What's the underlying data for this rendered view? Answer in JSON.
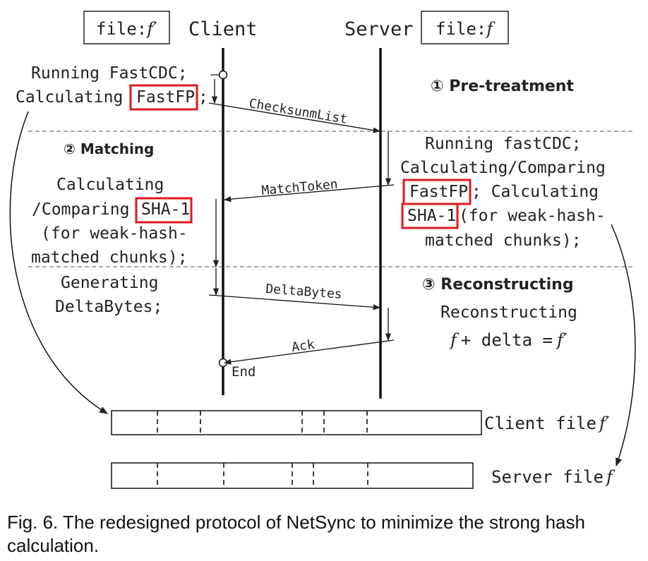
{
  "header": {
    "left_box": {
      "prefix": "file:",
      "var": "f′"
    },
    "right_box": {
      "prefix": "file:",
      "var": "f"
    },
    "client": "Client",
    "server": "Server"
  },
  "steps": {
    "pretreatment": "① Pre-treatment",
    "matching": "② Matching",
    "reconstructing": "③ Reconstructing"
  },
  "client_text": {
    "pre_1": "Running FastCDC;",
    "pre_2": "Calculating",
    "pre_2_box": "FastFP",
    "pre_2_end": ";",
    "match_1": "Calculating",
    "match_2": "/Comparing",
    "match_2_box": "SHA-1",
    "match_3": "(for weak-hash-",
    "match_4": "matched chunks);",
    "gen_1": "Generating",
    "gen_2": "DeltaBytes;"
  },
  "server_text": {
    "pre_1": "Running fastCDC;",
    "pre_2": "Calculating/Comparing",
    "pre_3_box": "FastFP",
    "pre_3_end": "; Calculating",
    "pre_4_box": "SHA-1",
    "pre_4_end": "(for weak-hash-",
    "pre_5": "matched chunks);",
    "recon_1": "Reconstructing",
    "recon_2_f": "f",
    "recon_2_mid": "+ delta =",
    "recon_2_fp": "f′"
  },
  "messages": {
    "checksum": "ChecksunmList",
    "match_token": "MatchToken",
    "delta": "DeltaBytes",
    "ack": "Ack",
    "end": "End"
  },
  "files": {
    "client_label": "Client file",
    "client_var": "f′",
    "server_label": "Server file",
    "server_var": "f"
  },
  "caption": "Fig. 6. The redesigned protocol of NetSync to minimize the strong hash calculation.",
  "colors": {
    "highlight": "#e0191f",
    "ink": "#222222"
  }
}
